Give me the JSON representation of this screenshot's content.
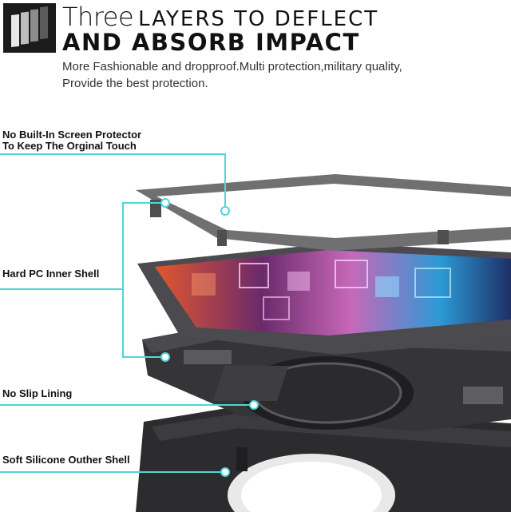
{
  "header": {
    "title_part1": "Three",
    "title_part2": "LAYERS TO DEFLECT",
    "title_line2": "AND ABSORB IMPACT",
    "subtitle_line1": "More Fashionable and dropproof.Multi protection,military quality,",
    "subtitle_line2": "Provide the best protection."
  },
  "callouts": [
    {
      "line1": "No Built-In Screen Protector",
      "line2": "To Keep The Orginal Touch"
    },
    {
      "line1": "Hard PC Inner Shell"
    },
    {
      "line1": "No Slip Lining"
    },
    {
      "line1": "Soft Silicone Outher Shell"
    }
  ],
  "colors": {
    "accent": "#4fd6d8",
    "case_dark": "#2a2a2c",
    "frame_gray": "#6e6e70"
  },
  "icons": {
    "logo": "layered-case-icon"
  }
}
